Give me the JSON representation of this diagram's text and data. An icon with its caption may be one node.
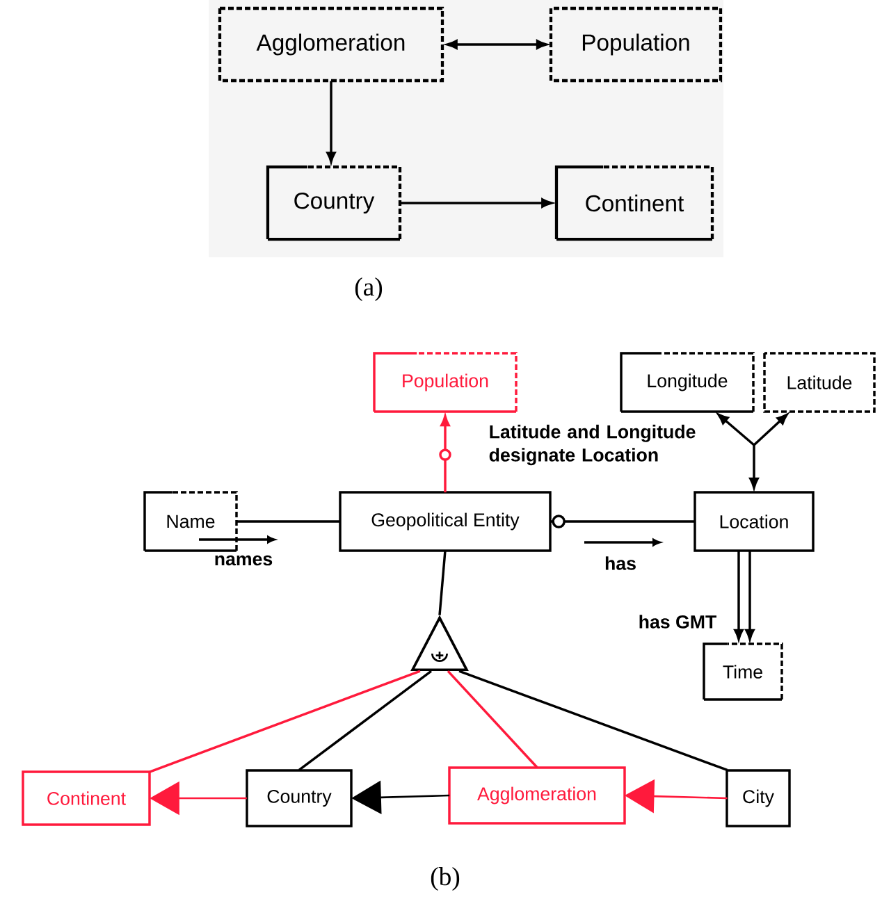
{
  "diagram": {
    "nodes": [
      {
        "text": [
          "Agglomeration"
        ]
      },
      {
        "text": [
          "Population"
        ]
      },
      {
        "text": [
          "Country"
        ]
      },
      {
        "text": [
          "Continent"
        ]
      },
      {
        "text": [
          "Population"
        ]
      },
      {
        "text": [
          "Longitude"
        ]
      },
      {
        "text": [
          "Latitude"
        ]
      },
      {
        "text": [
          "Name"
        ]
      },
      {
        "text": [
          "Geopolitical Entity"
        ]
      },
      {
        "text": [
          "Location"
        ]
      },
      {
        "text": [
          "Time"
        ]
      },
      {
        "text": [],
        "shape": "triangle"
      },
      {
        "text": [
          "Continent"
        ]
      },
      {
        "text": [
          "Country"
        ]
      },
      {
        "text": [
          "Agglomeration"
        ]
      },
      {
        "text": [
          "City"
        ]
      }
    ],
    "edges": [
      {
        "from": 0,
        "to": 1,
        "arrow": "both"
      },
      {
        "from": 0,
        "to": 2,
        "arrow": "to"
      },
      {
        "from": 2,
        "to": 3,
        "arrow": "to"
      },
      {
        "from": 8,
        "to": 4,
        "arrow": "to",
        "color": "#ff1a3c"
      },
      {
        "from": 7,
        "to": 8,
        "arrow": "none",
        "label": "names"
      },
      {
        "from": 8,
        "to": 9,
        "arrow": "other",
        "label": "has"
      },
      {
        "from": 9,
        "to": 5,
        "arrow": "both"
      },
      {
        "from": 9,
        "to": 6,
        "arrow": "both"
      },
      {
        "from": 9,
        "to": 10,
        "arrow": "to",
        "label": "has GMT"
      },
      {
        "from": 9,
        "to": 10,
        "arrow": "to"
      },
      {
        "from": 8,
        "to": 11,
        "arrow": "none"
      },
      {
        "from": 11,
        "to": 12,
        "arrow": "none",
        "color": "#ff1a3c"
      },
      {
        "from": 11,
        "to": 13,
        "arrow": "none"
      },
      {
        "from": 11,
        "to": 14,
        "arrow": "none",
        "color": "#ff1a3c"
      },
      {
        "from": 11,
        "to": 15,
        "arrow": "none"
      },
      {
        "from": 15,
        "to": 14,
        "arrow": "to",
        "color": "#ff1a3c"
      },
      {
        "from": 14,
        "to": 13,
        "arrow": "to"
      },
      {
        "from": 13,
        "to": 12,
        "arrow": "to",
        "color": "#ff1a3c"
      }
    ],
    "labels": [
      "(a)",
      "Latitude and Longitude designate Location",
      "(b)"
    ]
  }
}
